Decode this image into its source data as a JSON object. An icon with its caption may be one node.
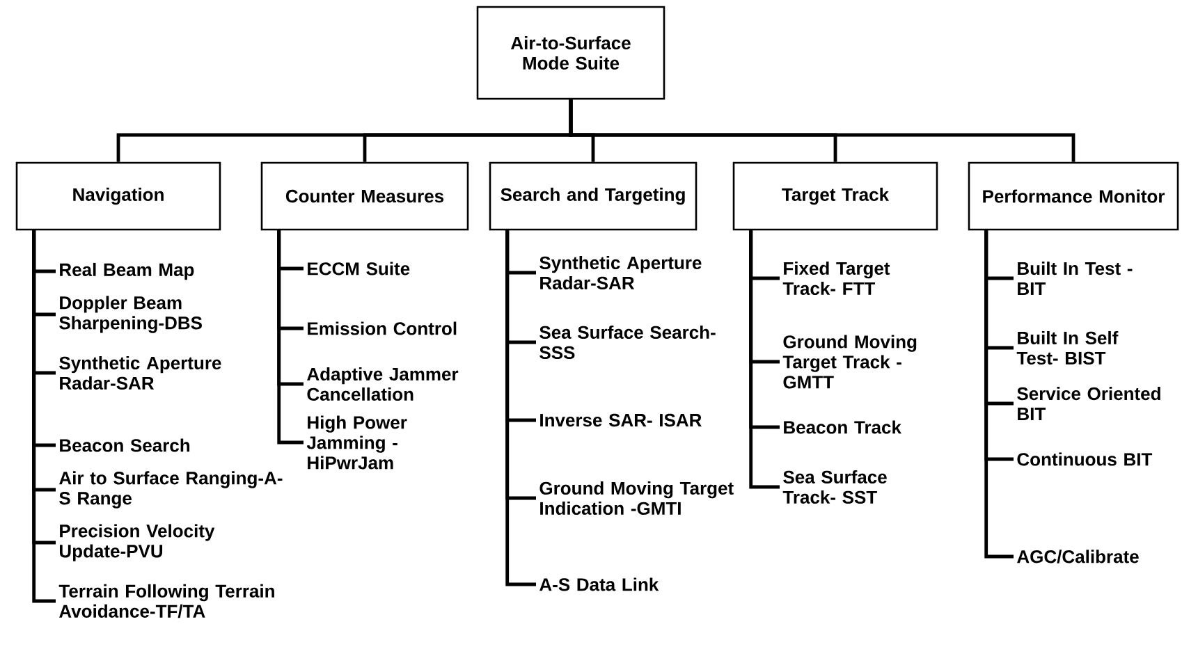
{
  "diagram": {
    "nodes": [
      {
        "text": [
          "Air-to-Surface Mode Suite"
        ]
      },
      {
        "text": [
          "Navigation"
        ]
      },
      {
        "text": [
          "Counter Measures"
        ]
      },
      {
        "text": [
          "Search and Targeting"
        ]
      },
      {
        "text": [
          "Target Track"
        ]
      },
      {
        "text": [
          "Performance Monitor"
        ]
      },
      {
        "text": [
          "Real Beam Map"
        ]
      },
      {
        "text": [
          "Doppler Beam Sharpening-DBS"
        ]
      },
      {
        "text": [
          "Synthetic Aperture Radar-SAR"
        ]
      },
      {
        "text": [
          "Beacon Search"
        ]
      },
      {
        "text": [
          "Air to Surface Ranging-A-S Range"
        ]
      },
      {
        "text": [
          "Precision Velocity Update-PVU"
        ]
      },
      {
        "text": [
          "Terrain Following Terrain Avoidance-TF/TA"
        ]
      },
      {
        "text": [
          "ECCM Suite"
        ]
      },
      {
        "text": [
          "Emission Control"
        ]
      },
      {
        "text": [
          "Adaptive Jammer Cancellation"
        ]
      },
      {
        "text": [
          "High Power Jamming -HiPwrJam"
        ]
      },
      {
        "text": [
          "Synthetic Aperture Radar-SAR"
        ]
      },
      {
        "text": [
          "Sea Surface Search-SSS"
        ]
      },
      {
        "text": [
          "Inverse SAR- ISAR"
        ]
      },
      {
        "text": [
          "Ground Moving Target Indication -GMTI"
        ]
      },
      {
        "text": [
          "A-S Data Link"
        ]
      },
      {
        "text": [
          "Fixed Target Track- FTT"
        ]
      },
      {
        "text": [
          "Ground Moving Target Track - GMTT"
        ]
      },
      {
        "text": [
          "Beacon Track"
        ]
      },
      {
        "text": [
          "Sea Surface Track- SST"
        ]
      },
      {
        "text": [
          "Built In Test - BIT"
        ]
      },
      {
        "text": [
          "Built In Self Test- BIST"
        ]
      },
      {
        "text": [
          "Service Oriented BIT"
        ]
      },
      {
        "text": [
          "Continuous BIT"
        ]
      },
      {
        "text": [
          "AGC/Calibrate"
        ]
      }
    ],
    "edges": [
      {
        "from": 0,
        "to": 1,
        "arrow": "none"
      },
      {
        "from": 0,
        "to": 2,
        "arrow": "none"
      },
      {
        "from": 0,
        "to": 3,
        "arrow": "none"
      },
      {
        "from": 0,
        "to": 4,
        "arrow": "none"
      },
      {
        "from": 0,
        "to": 5,
        "arrow": "none"
      },
      {
        "from": 1,
        "to": 6,
        "arrow": "none"
      },
      {
        "from": 1,
        "to": 7,
        "arrow": "none"
      },
      {
        "from": 1,
        "to": 8,
        "arrow": "none"
      },
      {
        "from": 1,
        "to": 9,
        "arrow": "none"
      },
      {
        "from": 1,
        "to": 10,
        "arrow": "none"
      },
      {
        "from": 1,
        "to": 11,
        "arrow": "none"
      },
      {
        "from": 1,
        "to": 12,
        "arrow": "none"
      },
      {
        "from": 2,
        "to": 13,
        "arrow": "none"
      },
      {
        "from": 2,
        "to": 14,
        "arrow": "none"
      },
      {
        "from": 2,
        "to": 15,
        "arrow": "none"
      },
      {
        "from": 2,
        "to": 16,
        "arrow": "none"
      },
      {
        "from": 3,
        "to": 17,
        "arrow": "none"
      },
      {
        "from": 3,
        "to": 18,
        "arrow": "none"
      },
      {
        "from": 3,
        "to": 19,
        "arrow": "none"
      },
      {
        "from": 3,
        "to": 20,
        "arrow": "none"
      },
      {
        "from": 3,
        "to": 21,
        "arrow": "none"
      },
      {
        "from": 4,
        "to": 22,
        "arrow": "none"
      },
      {
        "from": 4,
        "to": 23,
        "arrow": "none"
      },
      {
        "from": 4,
        "to": 24,
        "arrow": "none"
      },
      {
        "from": 4,
        "to": 25,
        "arrow": "none"
      },
      {
        "from": 5,
        "to": 26,
        "arrow": "none"
      },
      {
        "from": 5,
        "to": 27,
        "arrow": "none"
      },
      {
        "from": 5,
        "to": 28,
        "arrow": "none"
      },
      {
        "from": 5,
        "to": 29,
        "arrow": "none"
      },
      {
        "from": 5,
        "to": 30,
        "arrow": "none"
      }
    ]
  }
}
